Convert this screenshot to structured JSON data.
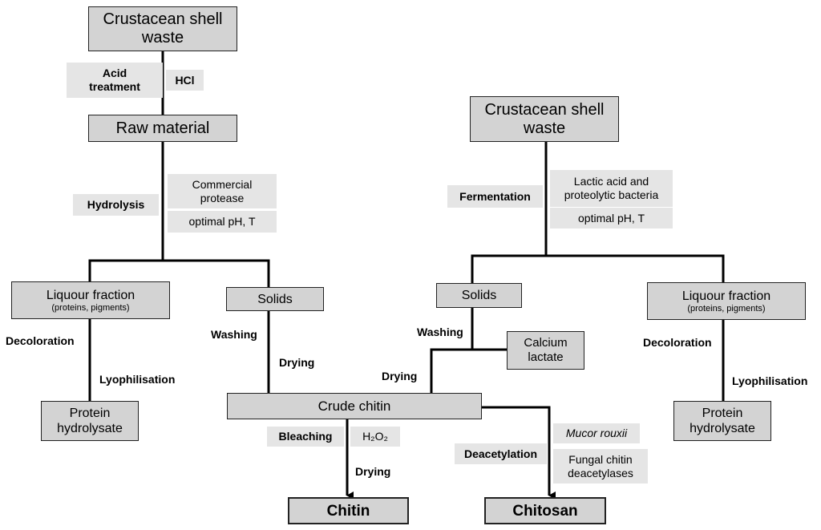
{
  "nodes": {
    "waste_left": "Crustacean shell waste",
    "raw_material": "Raw material",
    "liquour_left": "Liquour fraction",
    "liquour_left_sub": "(proteins, pigments)",
    "solids_left": "Solids",
    "protein_left": "Protein hydrolysate",
    "crude_chitin": "Crude chitin",
    "chitin": "Chitin",
    "chitosan": "Chitosan",
    "waste_right": "Crustacean shell waste",
    "solids_right": "Solids",
    "calcium_lactate": "Calcium lactate",
    "liquour_right": "Liquour fraction",
    "liquour_right_sub": "(proteins, pigments)",
    "protein_right": "Protein hydrolysate"
  },
  "conditions": {
    "acid_treatment": "Acid treatment",
    "hcl": "HCl",
    "hydrolysis": "Hydrolysis",
    "commercial_protease": "Commercial protease",
    "optimal_ph_left": "optimal pH, T",
    "fermentation": "Fermentation",
    "lactic_acid": "Lactic acid and proteolytic bacteria",
    "optimal_ph_right": "optimal pH, T",
    "bleaching": "Bleaching",
    "h2o2": "H₂O₂",
    "deacetylation": "Deacetylation",
    "mucor": "Mucor rouxii",
    "fungal": "Fungal chitin deacetylases"
  },
  "labels": {
    "decoloration_left": "Decoloration",
    "lyophilisation_left": "Lyophilisation",
    "washing_left": "Washing",
    "drying_left": "Drying",
    "washing_right": "Washing",
    "drying_right": "Drying",
    "drying_bottom": "Drying",
    "decoloration_right": "Decoloration",
    "lyophilisation_right": "Lyophilisation"
  },
  "colors": {
    "box_fill": "#d3d3d3",
    "condition_fill": "#e5e5e5",
    "line": "#000000"
  }
}
